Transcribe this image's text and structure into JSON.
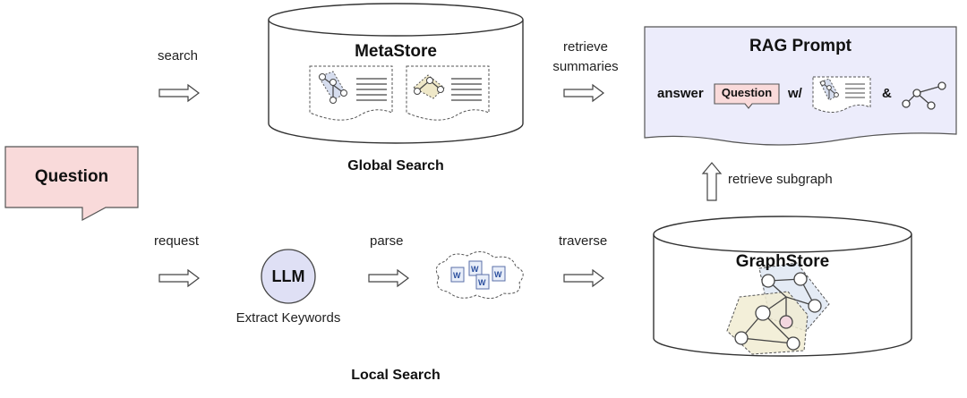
{
  "question": {
    "label": "Question",
    "fill": "#f9dada"
  },
  "metastore": {
    "title": "MetaStore",
    "caption": "Global Search"
  },
  "graphstore": {
    "title": "GraphStore"
  },
  "llm": {
    "label": "LLM",
    "caption": "Extract Keywords",
    "fill": "#dfe0f5"
  },
  "rag": {
    "title": "RAG Prompt",
    "answer": "answer",
    "question_tag": "Question",
    "with": "w/",
    "amp": "&",
    "fill": "#ececfb"
  },
  "arrows": {
    "search": "search",
    "retrieve_summaries_1": "retrieve",
    "retrieve_summaries_2": "summaries",
    "request": "request",
    "parse": "parse",
    "traverse": "traverse",
    "retrieve_subgraph": "retrieve subgraph"
  },
  "local_search": "Local Search",
  "icons": {
    "summary_doc": "graph-summary-doc-icon",
    "keyword_cloud": "keyword-cloud-icon",
    "subgraph": "subgraph-icon",
    "doc_w": "W"
  }
}
